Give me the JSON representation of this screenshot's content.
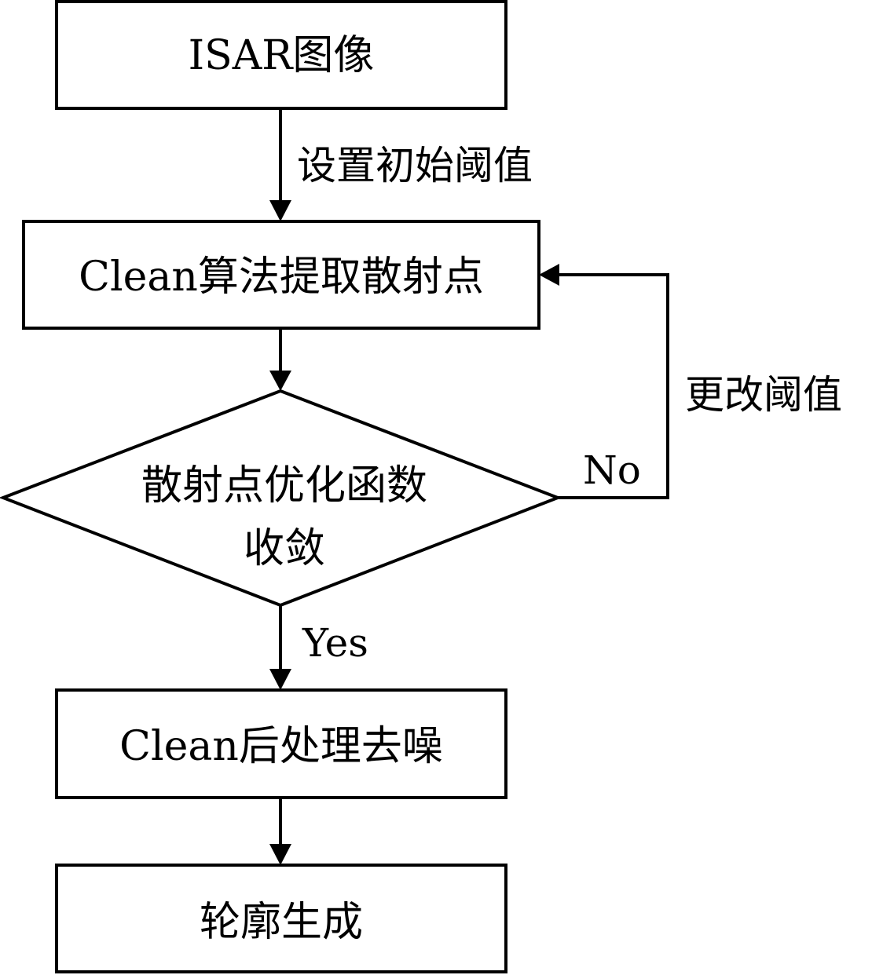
{
  "diagram": {
    "nodes": {
      "isar_image": "ISAR图像",
      "clean_extract": "Clean算法提取散射点",
      "decision_line1": "散射点优化函数",
      "decision_line2": "收敛",
      "clean_post": "Clean后处理去噪",
      "contour": "轮廓生成"
    },
    "edges": {
      "set_initial_threshold": "设置初始阈值",
      "change_threshold": "更改阈值",
      "no": "No",
      "yes": "Yes"
    }
  }
}
